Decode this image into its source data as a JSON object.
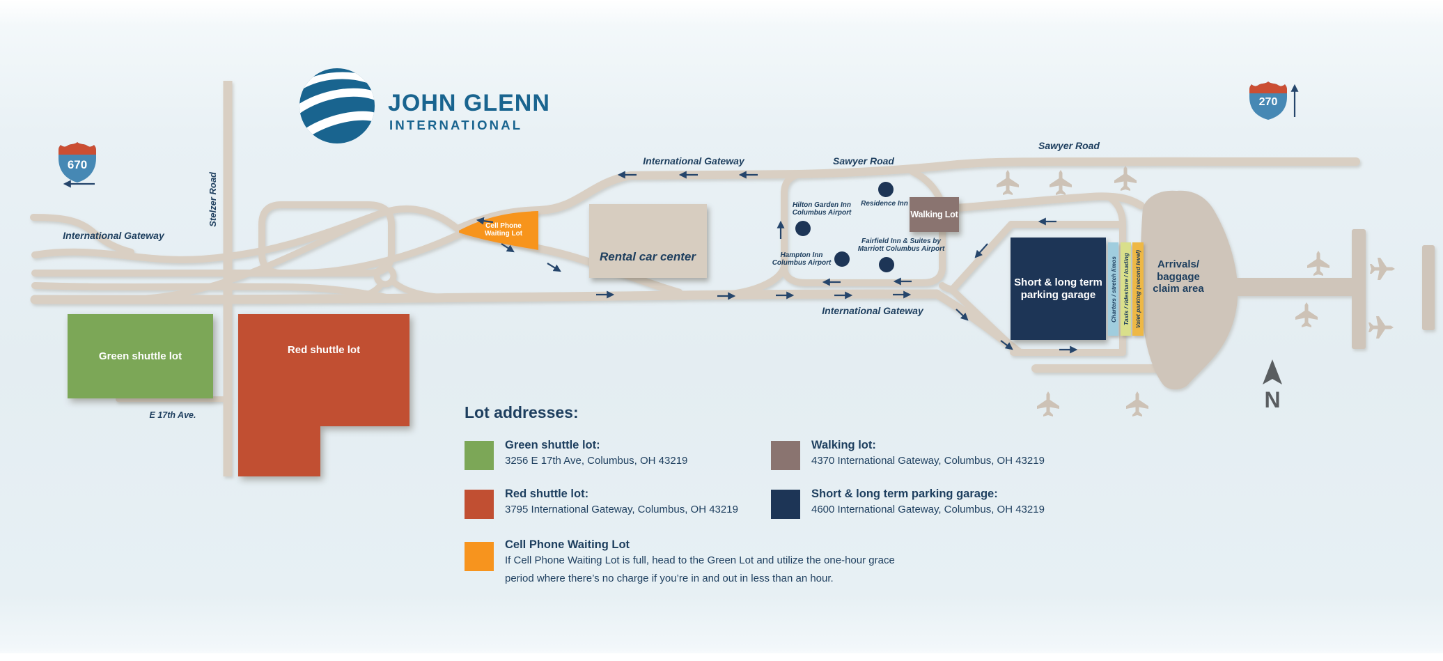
{
  "logo": {
    "line1": "JOHN GLENN",
    "line2": "INTERNATIONAL"
  },
  "shields": {
    "i670": "670",
    "i270": "270"
  },
  "road_labels": {
    "stelzer": "Stelzer Road",
    "intl_gateway_left": "International Gateway",
    "intl_gateway_top": "International Gateway",
    "intl_gateway_bottom": "International Gateway",
    "sawyer_mid": "Sawyer Road",
    "sawyer_top_right": "Sawyer Road",
    "e17th": "E 17th Ave."
  },
  "lots": {
    "green": "Green shuttle lot",
    "red": "Red shuttle lot",
    "walking": "Walking Lot",
    "garage": "Short & long term\nparking garage",
    "cell": "Cell Phone\nWaiting Lot"
  },
  "hotels": {
    "hilton": "Hilton Garden Inn\nColumbus Airport",
    "residence": "Residence Inn",
    "hampton": "Hampton Inn\nColumbus Airport",
    "fairfield": "Fairfield Inn & Suites by\nMarriott Columbus Airport"
  },
  "terminal": {
    "arrivals": "Arrivals/\nbaggage\nclaim area",
    "rental": "Rental car center"
  },
  "curb_strips": {
    "charters": "Charters / stretch limos",
    "taxis": "Taxis / rideshare / loading",
    "valet": "Valet parking (second level)"
  },
  "compass": {
    "north": "N"
  },
  "legend": {
    "heading": "Lot addresses:",
    "items": [
      {
        "title": "Green shuttle lot:",
        "address": "3256 E 17th Ave, Columbus, OH 43219",
        "color": "#7ca757"
      },
      {
        "title": "Red shuttle lot:",
        "address": "3795 International Gateway, Columbus, OH 43219",
        "color": "#c14f32"
      },
      {
        "title": "Cell Phone Waiting Lot",
        "desc": "If Cell Phone Waiting Lot is full, head to the Green Lot and utilize the one-hour grace\nperiod where there’s no charge if you’re in and out in less than an hour.",
        "color": "#f7941e"
      },
      {
        "title": "Walking lot:",
        "address": "4370 International Gateway, Columbus, OH 43219",
        "color": "#8a7470"
      },
      {
        "title": "Short & long term parking garage:",
        "address": "4600 International Gateway, Columbus, OH 43219",
        "color": "#1d3556"
      }
    ]
  },
  "colors": {
    "navy": "#1d3556",
    "text_navy": "#1d3e5e",
    "logo_blue": "#19648f",
    "road_beige": "#d9cfc3",
    "terminal_beige": "#cfc5ba",
    "green_lot": "#7ca757",
    "red_lot": "#c14f32",
    "orange_lot": "#f7941e",
    "walking_taupe": "#8a7470",
    "strip_blue": "#a0cdde",
    "strip_yellowgreen": "#d9df8b",
    "strip_orange": "#eeb845",
    "shield_red": "#cb4e33",
    "shield_blue": "#4688b4"
  }
}
